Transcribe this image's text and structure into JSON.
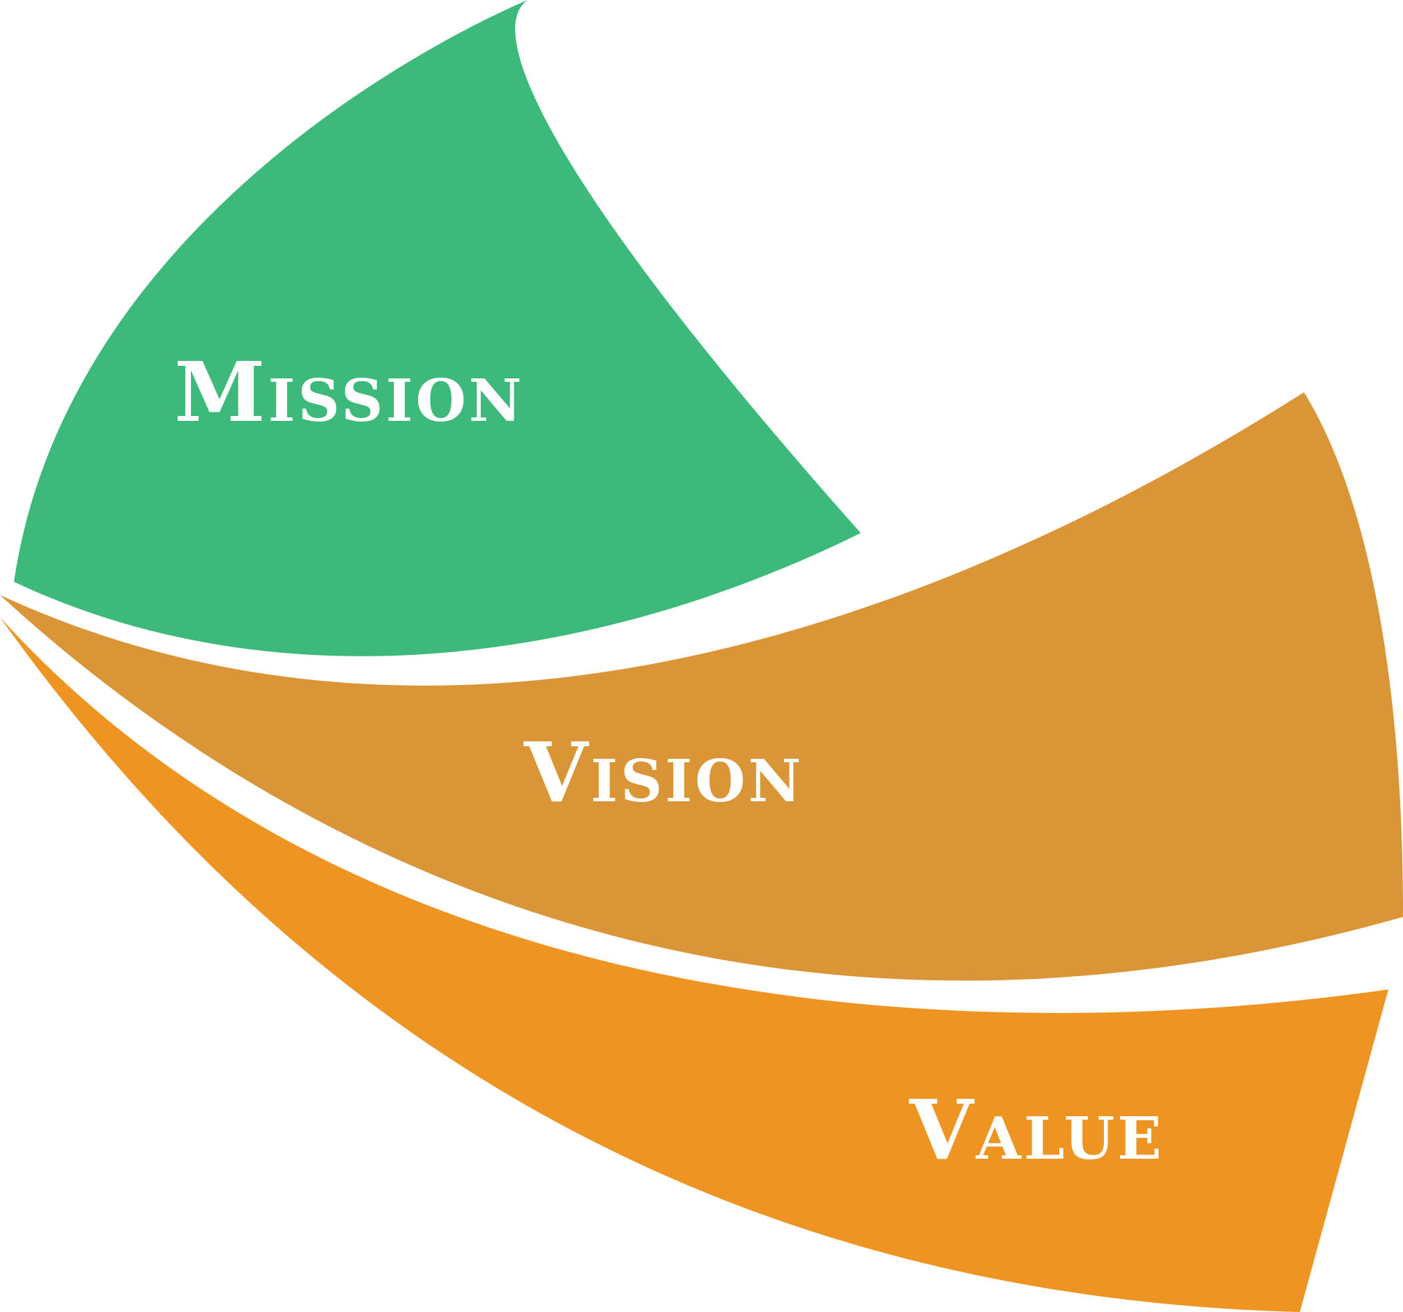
{
  "diagram": {
    "segments": [
      {
        "id": "mission",
        "label": "Mission",
        "color": "#3DB97C"
      },
      {
        "id": "vision",
        "label": "Vision",
        "color": "#DA9537"
      },
      {
        "id": "value",
        "label": "Value",
        "color": "#EE9422"
      }
    ],
    "background": "#FFFFFF",
    "text_color": "#FFFFFF"
  }
}
